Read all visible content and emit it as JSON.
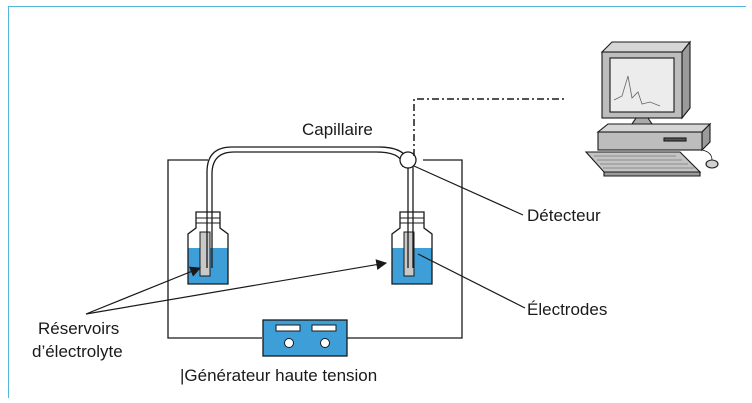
{
  "diagram": {
    "labels": {
      "capillary": "Capillaire",
      "detector": "Détecteur",
      "reservoirs_line1": "Réservoirs",
      "reservoirs_line2": "d’électrolyte",
      "electrodes": "Électrodes",
      "generator": "|Générateur haute tension"
    },
    "colors": {
      "electrolyte": "#3e9fd8",
      "generator": "#3e9fd8",
      "frame": "#55b6de",
      "line": "#1a1a1a"
    },
    "icons": [
      "computer-icon"
    ]
  }
}
